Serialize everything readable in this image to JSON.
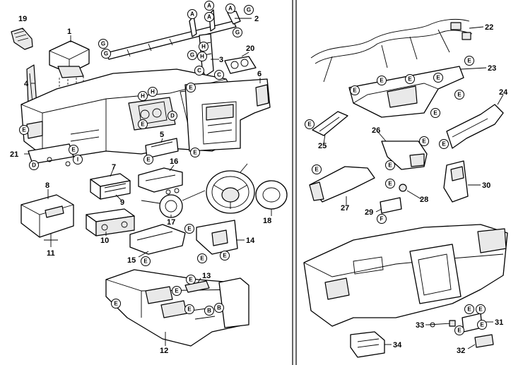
{
  "part_numbers": [
    "1",
    "2",
    "3",
    "4",
    "5",
    "6",
    "7",
    "8",
    "9",
    "10",
    "11",
    "12",
    "13",
    "14",
    "15",
    "16",
    "17",
    "18",
    "19",
    "20",
    "21",
    "22",
    "23",
    "24",
    "25",
    "26",
    "27",
    "28",
    "29",
    "30",
    "31",
    "32",
    "33",
    "34"
  ],
  "tag_letters": [
    "A",
    "B",
    "C",
    "D",
    "E",
    "F",
    "G",
    "H",
    "I"
  ],
  "colors": {
    "line": "#000000",
    "background": "#ffffff",
    "shade": "#e9e9e9"
  }
}
